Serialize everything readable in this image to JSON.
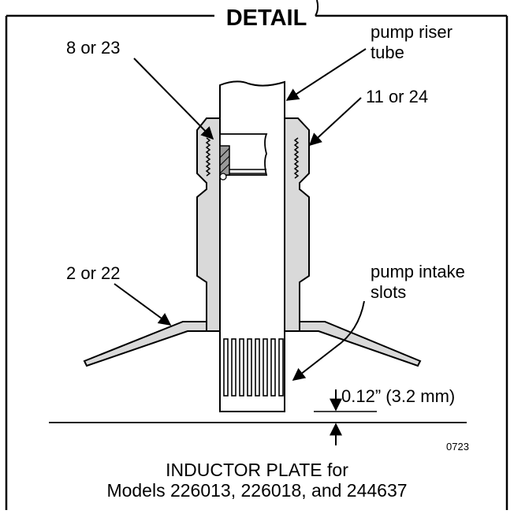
{
  "title": "DETAIL",
  "labels": {
    "riser_line1": "pump riser",
    "riser_line2": "tube",
    "part_8_23": "8 or 23",
    "part_11_24": "11 or 24",
    "part_2_22": "2 or 22",
    "intake_line1": "pump intake",
    "intake_line2": "slots",
    "gap": "0.12” (3.2 mm)"
  },
  "figure_code": "0723",
  "caption": {
    "line1": "INDUCTOR PLATE for",
    "line2": "Models 226013, 226018, and 244637"
  },
  "colors": {
    "line": "#000000",
    "part_fill": "#d9d9d9",
    "background": "#ffffff"
  }
}
